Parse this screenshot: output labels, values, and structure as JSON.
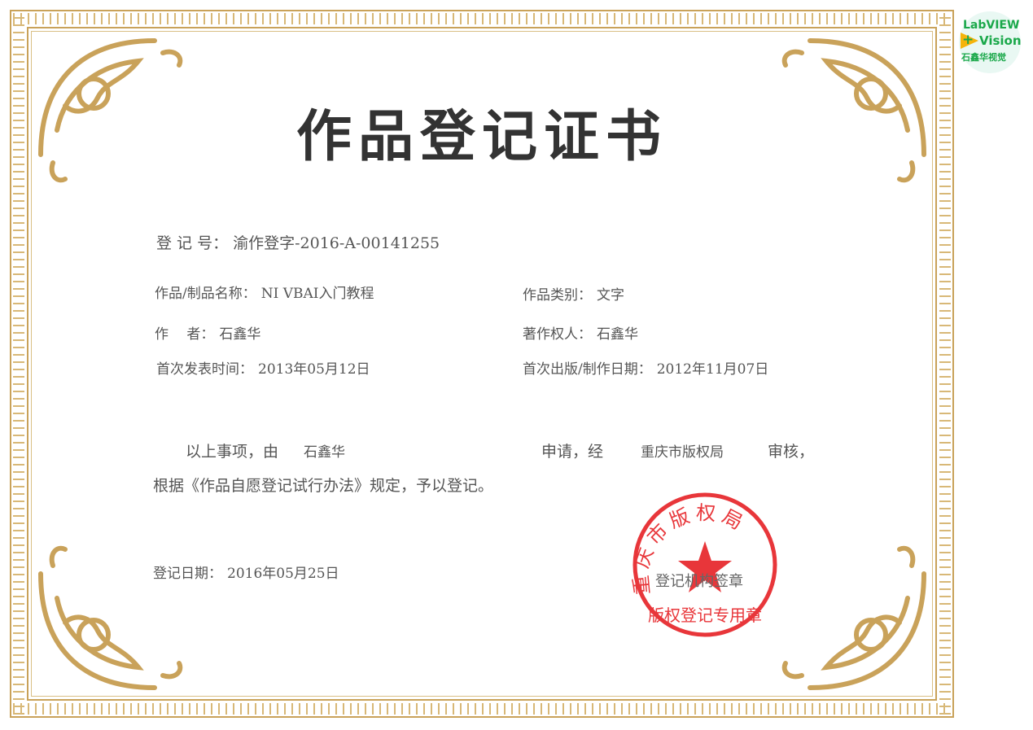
{
  "logo": {
    "line1": "LabVIEW",
    "line2": "Vision",
    "line3": "石鑫华视觉"
  },
  "title": "作品登记证书",
  "registration": {
    "label": "登 记 号：",
    "value": "渝作登字-2016-A-00141255"
  },
  "work_name": {
    "label": "作品/制品名称：",
    "value": "NI VBAI入门教程"
  },
  "work_type": {
    "label": "作品类别：",
    "value": "文字"
  },
  "author": {
    "label": "作　 者：",
    "value": "石鑫华"
  },
  "copyright_owner": {
    "label": "著作权人：",
    "value": "石鑫华"
  },
  "first_publish": {
    "label": "首次发表时间：",
    "value": "2013年05月12日"
  },
  "first_production": {
    "label": "首次出版/制作日期：",
    "value": "2012年11月07日"
  },
  "statement": {
    "p1": "以上事项，由",
    "applicant": "石鑫华",
    "p2": "申请，经",
    "authority": "重庆市版权局",
    "p3": "审核，",
    "line2": "根据《作品自愿登记试行办法》规定，予以登记。"
  },
  "reg_date": {
    "label": "登记日期：",
    "value": "2016年05月25日"
  },
  "signature_label": "登记机构签章",
  "stamp": {
    "outer_text": "重庆市版权局",
    "inner_text": "版权登记专用章",
    "color": "#e8363a"
  },
  "colors": {
    "border": "#c9a25a",
    "text": "#555555"
  }
}
